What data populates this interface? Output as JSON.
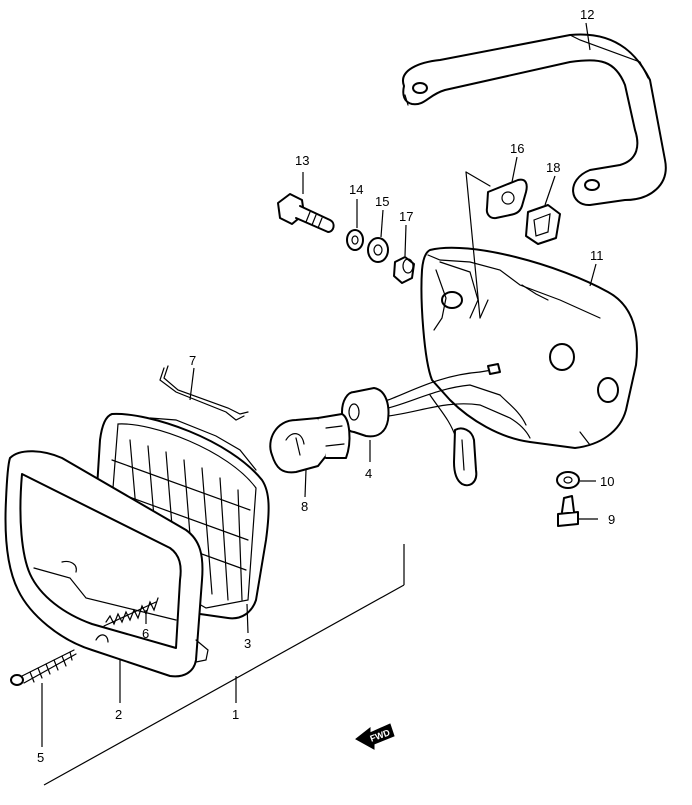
{
  "callouts": {
    "c1": "1",
    "c2": "2",
    "c3": "3",
    "c4": "4",
    "c5": "5",
    "c6": "6",
    "c7": "7",
    "c8": "8",
    "c9": "9",
    "c10": "10",
    "c11": "11",
    "c12": "12",
    "c13": "13",
    "c14": "14",
    "c15": "15",
    "c16": "16",
    "c17": "17",
    "c18": "18"
  },
  "fwd_label": "FWD",
  "icons": {
    "fwd": "fwd-arrow-icon"
  }
}
